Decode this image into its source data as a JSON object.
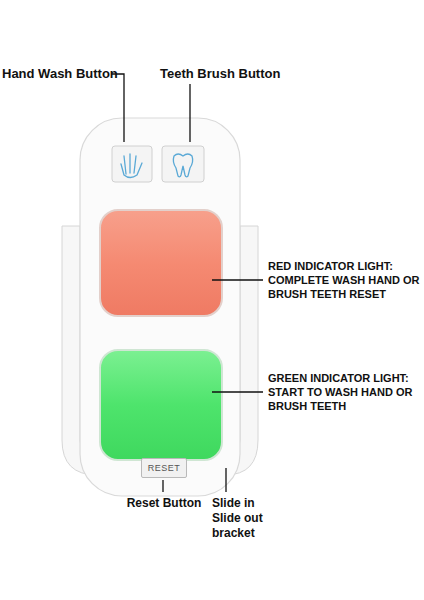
{
  "diagram": {
    "nodes": [
      {
        "text": [
          "RESET"
        ]
      }
    ],
    "labels": [
      "Hand Wash Button",
      "Teeth Brush Button",
      "RED INDICATOR LIGHT: COMPLETE WASH HAND OR BRUSH TEETH RESET",
      "GREEN INDICATOR LIGHT: START TO WASH HAND OR BRUSH TEETH",
      "Reset Button",
      "Slide in Slide out bracket"
    ]
  }
}
